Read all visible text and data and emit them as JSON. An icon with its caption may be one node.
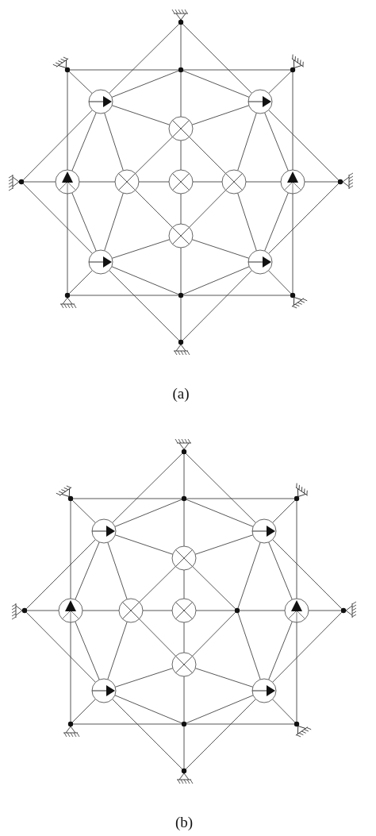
{
  "diagram": {
    "nodes": [
      {
        "text": [],
        "shape": "dot"
      },
      {
        "text": [],
        "shape": "dot"
      },
      {
        "text": [],
        "shape": "dot"
      },
      {
        "text": [],
        "shape": "dot"
      },
      {
        "text": [],
        "shape": "circle"
      },
      {
        "text": [],
        "shape": "circle"
      },
      {
        "text": [],
        "shape": "circle"
      },
      {
        "text": [],
        "shape": "dot"
      },
      {
        "text": [],
        "shape": "circle"
      },
      {
        "text": [],
        "shape": "circle"
      },
      {
        "text": [],
        "shape": "circle"
      },
      {
        "text": [],
        "shape": "circle"
      },
      {
        "text": [],
        "shape": "circle"
      },
      {
        "text": [],
        "shape": "dot"
      },
      {
        "text": [],
        "shape": "circle"
      },
      {
        "text": [],
        "shape": "circle"
      },
      {
        "text": [],
        "shape": "circle"
      },
      {
        "text": [],
        "shape": "dot"
      },
      {
        "text": [],
        "shape": "dot"
      },
      {
        "text": [],
        "shape": "dot"
      },
      {
        "text": [],
        "shape": "dot"
      },
      {
        "text": [],
        "shape": "dot"
      },
      {
        "text": [],
        "shape": "dot"
      },
      {
        "text": [],
        "shape": "dot"
      },
      {
        "text": [],
        "shape": "dot"
      },
      {
        "text": [],
        "shape": "circle"
      },
      {
        "text": [],
        "shape": "circle"
      },
      {
        "text": [],
        "shape": "circle"
      },
      {
        "text": [],
        "shape": "dot"
      },
      {
        "text": [],
        "shape": "circle"
      },
      {
        "text": [],
        "shape": "circle"
      },
      {
        "text": [],
        "shape": "circle"
      },
      {
        "text": [],
        "shape": "dot"
      },
      {
        "text": [],
        "shape": "circle"
      },
      {
        "text": [],
        "shape": "dot"
      },
      {
        "text": [],
        "shape": "circle"
      },
      {
        "text": [],
        "shape": "circle"
      },
      {
        "text": [],
        "shape": "circle"
      },
      {
        "text": [],
        "shape": "dot"
      },
      {
        "text": [],
        "shape": "dot"
      },
      {
        "text": [],
        "shape": "dot"
      },
      {
        "text": [],
        "shape": "dot"
      }
    ],
    "edges": [
      {
        "from": 0,
        "to": 4,
        "arrow": "none"
      },
      {
        "from": 4,
        "to": 7,
        "arrow": "none"
      },
      {
        "from": 0,
        "to": 5,
        "arrow": "none"
      },
      {
        "from": 5,
        "to": 13,
        "arrow": "none"
      },
      {
        "from": 7,
        "to": 15,
        "arrow": "none"
      },
      {
        "from": 15,
        "to": 20,
        "arrow": "none"
      },
      {
        "from": 13,
        "to": 16,
        "arrow": "none"
      },
      {
        "from": 16,
        "to": 20,
        "arrow": "none"
      },
      {
        "from": 0,
        "to": 2,
        "arrow": "none"
      },
      {
        "from": 2,
        "to": 6,
        "arrow": "none"
      },
      {
        "from": 6,
        "to": 10,
        "arrow": "none"
      },
      {
        "from": 10,
        "to": 14,
        "arrow": "none"
      },
      {
        "from": 14,
        "to": 18,
        "arrow": "none"
      },
      {
        "from": 18,
        "to": 20,
        "arrow": "none"
      },
      {
        "from": 1,
        "to": 2,
        "arrow": "none"
      },
      {
        "from": 2,
        "to": 3,
        "arrow": "none"
      },
      {
        "from": 17,
        "to": 18,
        "arrow": "none"
      },
      {
        "from": 18,
        "to": 19,
        "arrow": "none"
      },
      {
        "from": 1,
        "to": 8,
        "arrow": "none"
      },
      {
        "from": 8,
        "to": 17,
        "arrow": "none"
      },
      {
        "from": 3,
        "to": 12,
        "arrow": "none"
      },
      {
        "from": 12,
        "to": 19,
        "arrow": "none"
      },
      {
        "from": 7,
        "to": 8,
        "arrow": "none"
      },
      {
        "from": 8,
        "to": 9,
        "arrow": "none"
      },
      {
        "from": 9,
        "to": 10,
        "arrow": "none"
      },
      {
        "from": 10,
        "to": 11,
        "arrow": "none"
      },
      {
        "from": 11,
        "to": 12,
        "arrow": "none"
      },
      {
        "from": 12,
        "to": 13,
        "arrow": "none"
      },
      {
        "from": 1,
        "to": 4,
        "arrow": "none"
      },
      {
        "from": 3,
        "to": 5,
        "arrow": "none"
      },
      {
        "from": 17,
        "to": 15,
        "arrow": "none"
      },
      {
        "from": 19,
        "to": 16,
        "arrow": "none"
      },
      {
        "from": 2,
        "to": 4,
        "arrow": "none"
      },
      {
        "from": 2,
        "to": 5,
        "arrow": "none"
      },
      {
        "from": 18,
        "to": 15,
        "arrow": "none"
      },
      {
        "from": 18,
        "to": 16,
        "arrow": "none"
      },
      {
        "from": 4,
        "to": 6,
        "arrow": "none"
      },
      {
        "from": 5,
        "to": 6,
        "arrow": "none"
      },
      {
        "from": 15,
        "to": 14,
        "arrow": "none"
      },
      {
        "from": 16,
        "to": 14,
        "arrow": "none"
      },
      {
        "from": 4,
        "to": 8,
        "arrow": "none"
      },
      {
        "from": 4,
        "to": 9,
        "arrow": "none"
      },
      {
        "from": 5,
        "to": 12,
        "arrow": "none"
      },
      {
        "from": 5,
        "to": 11,
        "arrow": "none"
      },
      {
        "from": 15,
        "to": 8,
        "arrow": "none"
      },
      {
        "from": 15,
        "to": 9,
        "arrow": "none"
      },
      {
        "from": 16,
        "to": 12,
        "arrow": "none"
      },
      {
        "from": 16,
        "to": 11,
        "arrow": "none"
      },
      {
        "from": 6,
        "to": 9,
        "arrow": "none"
      },
      {
        "from": 6,
        "to": 11,
        "arrow": "none"
      },
      {
        "from": 14,
        "to": 9,
        "arrow": "none"
      },
      {
        "from": 14,
        "to": 11,
        "arrow": "none"
      },
      {
        "from": 21,
        "to": 25,
        "arrow": "none"
      },
      {
        "from": 25,
        "to": 28,
        "arrow": "none"
      },
      {
        "from": 21,
        "to": 26,
        "arrow": "none"
      },
      {
        "from": 26,
        "to": 34,
        "arrow": "none"
      },
      {
        "from": 28,
        "to": 36,
        "arrow": "none"
      },
      {
        "from": 36,
        "to": 41,
        "arrow": "none"
      },
      {
        "from": 34,
        "to": 37,
        "arrow": "none"
      },
      {
        "from": 37,
        "to": 41,
        "arrow": "none"
      },
      {
        "from": 21,
        "to": 23,
        "arrow": "none"
      },
      {
        "from": 23,
        "to": 27,
        "arrow": "none"
      },
      {
        "from": 27,
        "to": 31,
        "arrow": "none"
      },
      {
        "from": 31,
        "to": 35,
        "arrow": "none"
      },
      {
        "from": 35,
        "to": 39,
        "arrow": "none"
      },
      {
        "from": 39,
        "to": 41,
        "arrow": "none"
      },
      {
        "from": 22,
        "to": 23,
        "arrow": "none"
      },
      {
        "from": 23,
        "to": 24,
        "arrow": "none"
      },
      {
        "from": 38,
        "to": 39,
        "arrow": "none"
      },
      {
        "from": 39,
        "to": 40,
        "arrow": "none"
      },
      {
        "from": 22,
        "to": 29,
        "arrow": "none"
      },
      {
        "from": 29,
        "to": 38,
        "arrow": "none"
      },
      {
        "from": 24,
        "to": 33,
        "arrow": "none"
      },
      {
        "from": 33,
        "to": 40,
        "arrow": "none"
      },
      {
        "from": 28,
        "to": 29,
        "arrow": "none"
      },
      {
        "from": 29,
        "to": 30,
        "arrow": "none"
      },
      {
        "from": 30,
        "to": 31,
        "arrow": "none"
      },
      {
        "from": 31,
        "to": 32,
        "arrow": "none"
      },
      {
        "from": 32,
        "to": 33,
        "arrow": "none"
      },
      {
        "from": 33,
        "to": 34,
        "arrow": "none"
      },
      {
        "from": 22,
        "to": 25,
        "arrow": "none"
      },
      {
        "from": 24,
        "to": 26,
        "arrow": "none"
      },
      {
        "from": 38,
        "to": 36,
        "arrow": "none"
      },
      {
        "from": 40,
        "to": 37,
        "arrow": "none"
      },
      {
        "from": 23,
        "to": 25,
        "arrow": "none"
      },
      {
        "from": 23,
        "to": 26,
        "arrow": "none"
      },
      {
        "from": 39,
        "to": 36,
        "arrow": "none"
      },
      {
        "from": 39,
        "to": 37,
        "arrow": "none"
      },
      {
        "from": 25,
        "to": 27,
        "arrow": "none"
      },
      {
        "from": 26,
        "to": 27,
        "arrow": "none"
      },
      {
        "from": 36,
        "to": 35,
        "arrow": "none"
      },
      {
        "from": 37,
        "to": 35,
        "arrow": "none"
      },
      {
        "from": 25,
        "to": 29,
        "arrow": "none"
      },
      {
        "from": 25,
        "to": 30,
        "arrow": "none"
      },
      {
        "from": 26,
        "to": 33,
        "arrow": "none"
      },
      {
        "from": 26,
        "to": 32,
        "arrow": "none"
      },
      {
        "from": 36,
        "to": 29,
        "arrow": "none"
      },
      {
        "from": 36,
        "to": 30,
        "arrow": "none"
      },
      {
        "from": 37,
        "to": 33,
        "arrow": "none"
      },
      {
        "from": 37,
        "to": 32,
        "arrow": "none"
      },
      {
        "from": 27,
        "to": 30,
        "arrow": "none"
      },
      {
        "from": 27,
        "to": 32,
        "arrow": "none"
      },
      {
        "from": 35,
        "to": 30,
        "arrow": "none"
      },
      {
        "from": 35,
        "to": 32,
        "arrow": "none"
      }
    ],
    "labels": [
      "(a)",
      "(b)"
    ]
  }
}
